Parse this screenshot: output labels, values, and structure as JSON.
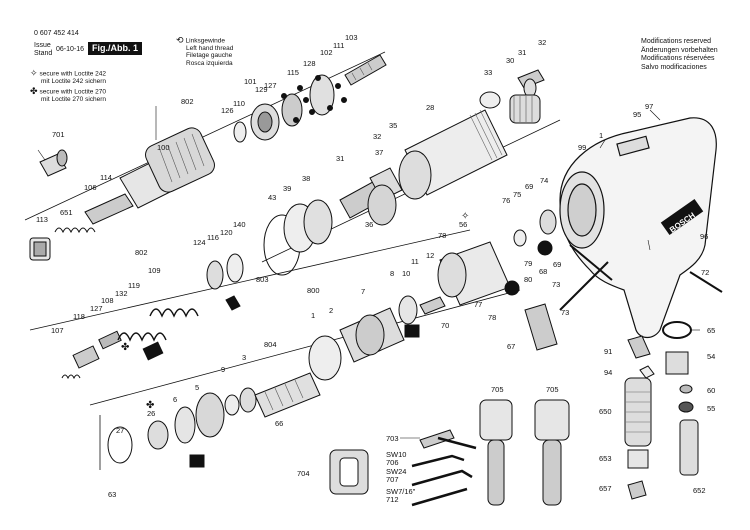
{
  "header": {
    "part_no": "0 607 452 414",
    "issue_label": "Issue",
    "stand_label": "Stand",
    "date": "06-10-16",
    "fig_label": "Fig./Abb. 1"
  },
  "rotation_legend": {
    "lines": [
      "Linksgewinde",
      "Left hand thread",
      "Filetage gauche",
      "Rosca izquierda"
    ]
  },
  "loctite_legend": [
    {
      "icon": "loctite-242-symbol",
      "lines": [
        "secure with Loctite 242",
        "mit Loctite 242 sichern"
      ]
    },
    {
      "icon": "loctite-270-symbol",
      "lines": [
        "secure with Loctite 270",
        "mit Loctite 270 sichern"
      ]
    }
  ],
  "modifications": [
    "Modifications reserved",
    "Änderungen vorbehalten",
    "Modifications réservées",
    "Salvo modificaciones"
  ],
  "brand": "BOSCH",
  "part_labels": [
    "701",
    "100",
    "802",
    "113",
    "651",
    "106",
    "114",
    "110",
    "126",
    "129",
    "101",
    "127",
    "115",
    "102",
    "111",
    "103",
    "128",
    "31",
    "30",
    "32",
    "33",
    "95",
    "97",
    "1",
    "99",
    "28",
    "35",
    "32",
    "37",
    "31",
    "36",
    "43",
    "39",
    "38",
    "76",
    "75",
    "69",
    "74",
    "56",
    "140",
    "120",
    "116",
    "124",
    "802",
    "109",
    "119",
    "132",
    "108",
    "127",
    "118",
    "107",
    "803",
    "78",
    "79",
    "68",
    "69",
    "80",
    "77",
    "78",
    "70",
    "73",
    "72",
    "96",
    "73",
    "67",
    "12",
    "11",
    "10",
    "8",
    "800",
    "7",
    "2",
    "1",
    "9",
    "3",
    "804",
    "5",
    "6",
    "26",
    "27",
    "63",
    "66",
    "65",
    "54",
    "91",
    "94",
    "650",
    "60",
    "55",
    "653",
    "652",
    "657",
    "705",
    "705",
    "703",
    "706",
    "707",
    "712",
    "704"
  ],
  "tool_size_labels": [
    "SW10",
    "SW24",
    "SW7/16\""
  ]
}
